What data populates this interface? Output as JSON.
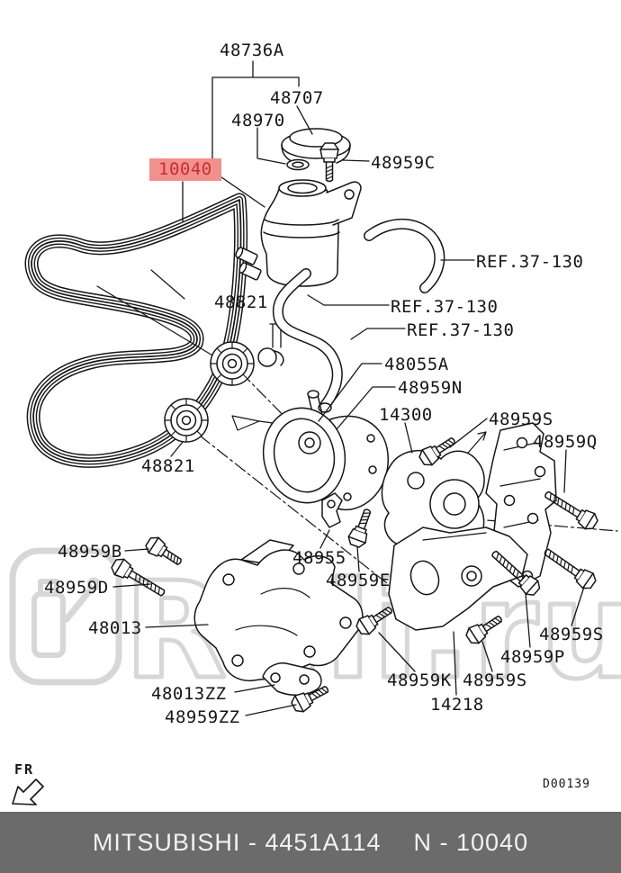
{
  "theme": {
    "hl-bg": "#f2908e",
    "hl-fg": "#c92f2f",
    "footer-bg": "#6b6b6b",
    "footer-fg": "#f2f2f2",
    "line": "#161616",
    "wm": "#d7d7d7"
  },
  "watermark": {
    "text": "Ruli.ru"
  },
  "direction": {
    "label": "FR"
  },
  "drawing_number": "D00139",
  "footer": {
    "left": "MITSUBISHI - 4451A114",
    "right": "N - 10040"
  },
  "highlight": {
    "text": "10040"
  },
  "parts": [
    {
      "text": "48736A"
    },
    {
      "text": "48707"
    },
    {
      "text": "48970"
    },
    {
      "text": "10040",
      "highlighted": true
    },
    {
      "text": "48959C"
    },
    {
      "text": "REF.37-130"
    },
    {
      "text": "48821"
    },
    {
      "text": "REF.37-130"
    },
    {
      "text": "REF.37-130"
    },
    {
      "text": "48055A"
    },
    {
      "text": "48959N"
    },
    {
      "text": "14300"
    },
    {
      "text": "48959S"
    },
    {
      "text": "48959Q"
    },
    {
      "text": "48821"
    },
    {
      "text": "48959B"
    },
    {
      "text": "48959D"
    },
    {
      "text": "48955"
    },
    {
      "text": "48959E"
    },
    {
      "text": "48013"
    },
    {
      "text": "48959S"
    },
    {
      "text": "48959P"
    },
    {
      "text": "48959K"
    },
    {
      "text": "48959S"
    },
    {
      "text": "14218"
    },
    {
      "text": "48013ZZ"
    },
    {
      "text": "48959ZZ"
    }
  ]
}
